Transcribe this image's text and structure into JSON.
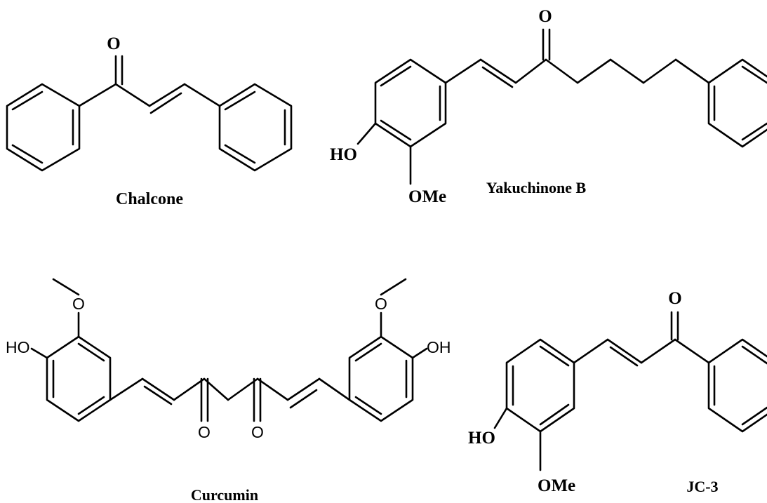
{
  "compounds": {
    "chalcone": {
      "name": "Chalcone",
      "carbonyl_label": "O"
    },
    "yakuchinone": {
      "name": "Yakuchinone B",
      "carbonyl_label": "O",
      "hydroxy_label": "HO",
      "methoxy_label": "OMe"
    },
    "curcumin": {
      "name": "Curcumin",
      "left_hydroxy": "HO",
      "right_hydroxy": "OH",
      "left_methoxy_o": "O",
      "right_methoxy_o": "O",
      "left_carbonyl": "O",
      "right_carbonyl": "O"
    },
    "jc3": {
      "name": "JC-3",
      "carbonyl_label": "O",
      "hydroxy_label": "HO",
      "methoxy_label": "OMe"
    }
  },
  "colors": {
    "ink": "#000000",
    "background": "#ffffff"
  }
}
